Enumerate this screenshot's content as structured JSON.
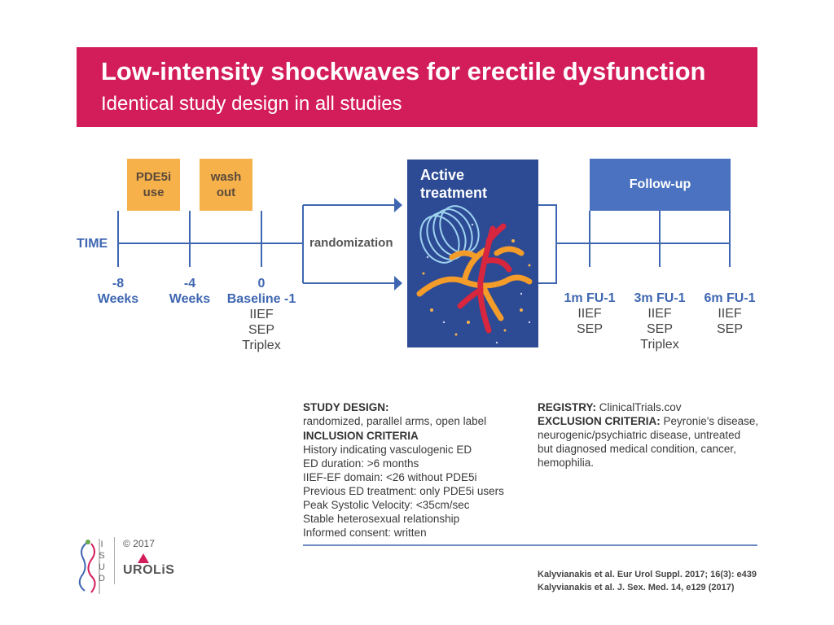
{
  "banner": {
    "title": "Low-intensity shockwaves for erectile dysfunction",
    "subtitle": "Identical study design in all studies"
  },
  "phases": {
    "pde5i_line1": "PDE5i",
    "pde5i_line2": "use",
    "washout_line1": "wash",
    "washout_line2": "out"
  },
  "timeline": {
    "axis_label": "TIME",
    "ticks": [
      {
        "value": "-8",
        "unit": "Weeks"
      },
      {
        "value": "-4",
        "unit": "Weeks"
      },
      {
        "value": "0",
        "unit": "Baseline -1",
        "measures": [
          "IIEF",
          "SEP",
          "Triplex"
        ]
      }
    ],
    "randomization": "randomization",
    "active_line1": "Active",
    "active_line2": "treatment",
    "followup": "Follow-up",
    "fu_points": [
      {
        "label": "1m FU-1",
        "measures": [
          "IIEF",
          "SEP"
        ]
      },
      {
        "label": "3m FU-1",
        "measures": [
          "IIEF",
          "SEP",
          "Triplex"
        ]
      },
      {
        "label": "6m FU-1",
        "measures": [
          "IIEF",
          "SEP"
        ]
      }
    ]
  },
  "study": {
    "design_title": "STUDY DESIGN:",
    "design_text": "randomized, parallel arms, open label",
    "inclusion_title": "INCLUSION CRITERIA",
    "inclusion_items": [
      "History indicating vasculogenic ED",
      "ED duration: >6 months",
      "IIEF-EF domain: <26 without PDE5i",
      "Previous ED treatment: only PDE5i users",
      "Peak Systolic Velocity: <35cm/sec",
      "Stable heterosexual relationship",
      "Informed consent: written"
    ],
    "registry_title": "REGISTRY:",
    "registry_text": "ClinicalTrials.cov",
    "exclusion_title": "EXCLUSION CRITERIA:",
    "exclusion_text_1": "Peyronie's disease,",
    "exclusion_lines": [
      "neurogenic/psychiatric disease, untreated",
      "but diagnosed medical condition, cancer,",
      "hemophilia."
    ]
  },
  "references": [
    "Kalyvianakis et al. Eur Urol Suppl. 2017; 16(3): e439",
    "Kalyvianakis et al. J. Sex. Med. 14, e129 (2017)"
  ],
  "footer": {
    "copyright": "© 2017",
    "logo_isud": "ISUD",
    "logo_urolis": "UROLiS"
  },
  "colors": {
    "banner": "#d31d5a",
    "orange": "#f6b14b",
    "timeline_blue": "#3f67b1",
    "active_bg": "#2d4a94",
    "followup_bg": "#4a72c0"
  }
}
